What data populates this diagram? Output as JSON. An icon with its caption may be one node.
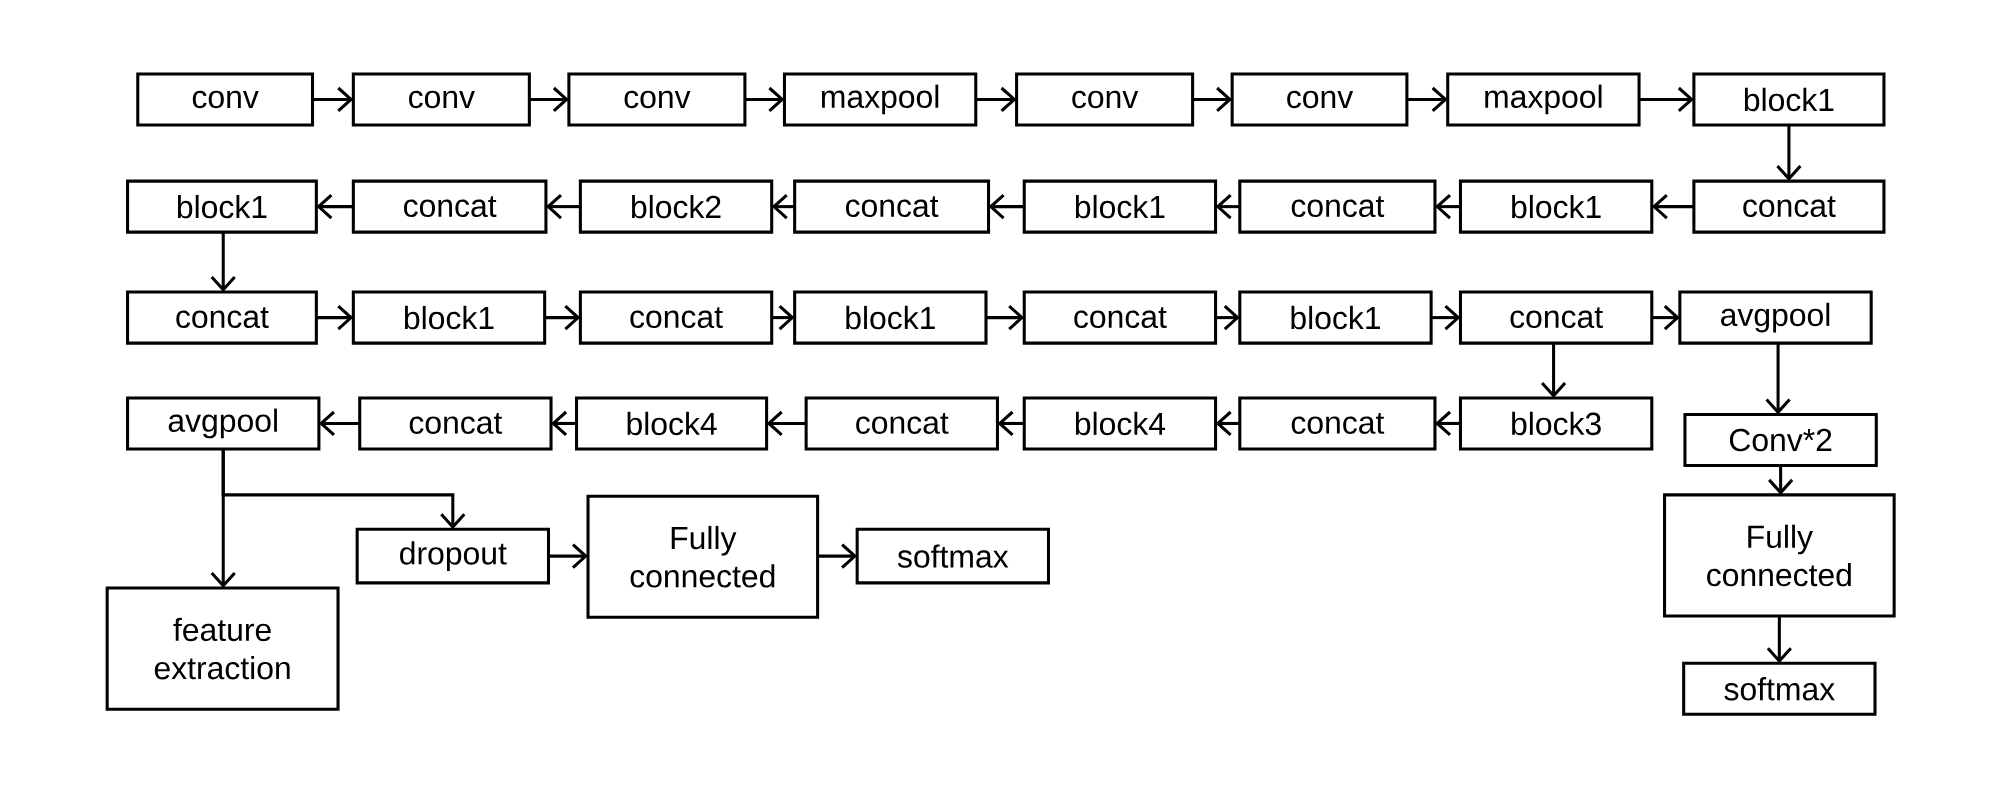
{
  "diagram": {
    "nodes": [
      {
        "text": [
          "conv"
        ]
      },
      {
        "text": [
          "conv"
        ]
      },
      {
        "text": [
          "conv"
        ]
      },
      {
        "text": [
          "maxpool"
        ]
      },
      {
        "text": [
          "conv"
        ]
      },
      {
        "text": [
          "conv"
        ]
      },
      {
        "text": [
          "maxpool"
        ]
      },
      {
        "text": [
          "block1"
        ]
      },
      {
        "text": [
          "concat"
        ]
      },
      {
        "text": [
          "block1"
        ]
      },
      {
        "text": [
          "concat"
        ]
      },
      {
        "text": [
          "block1"
        ]
      },
      {
        "text": [
          "concat"
        ]
      },
      {
        "text": [
          "block2"
        ]
      },
      {
        "text": [
          "concat"
        ]
      },
      {
        "text": [
          "block1"
        ]
      },
      {
        "text": [
          "concat"
        ]
      },
      {
        "text": [
          "block1"
        ]
      },
      {
        "text": [
          "concat"
        ]
      },
      {
        "text": [
          "block1"
        ]
      },
      {
        "text": [
          "concat"
        ]
      },
      {
        "text": [
          "block1"
        ]
      },
      {
        "text": [
          "concat"
        ]
      },
      {
        "text": [
          "avgpool"
        ]
      },
      {
        "text": [
          "block3"
        ]
      },
      {
        "text": [
          "concat"
        ]
      },
      {
        "text": [
          "block4"
        ]
      },
      {
        "text": [
          "concat"
        ]
      },
      {
        "text": [
          "block4"
        ]
      },
      {
        "text": [
          "concat"
        ]
      },
      {
        "text": [
          "avgpool"
        ]
      },
      {
        "text": [
          "Conv*2"
        ]
      },
      {
        "text": [
          "Fully connected"
        ]
      },
      {
        "text": [
          "softmax"
        ]
      },
      {
        "text": [
          "dropout"
        ]
      },
      {
        "text": [
          "Fully connected"
        ]
      },
      {
        "text": [
          "softmax"
        ]
      },
      {
        "text": [
          "feature extraction"
        ]
      }
    ],
    "edges": [
      {
        "from": 0,
        "to": 1,
        "arrow": "to"
      },
      {
        "from": 1,
        "to": 2,
        "arrow": "to"
      },
      {
        "from": 2,
        "to": 3,
        "arrow": "to"
      },
      {
        "from": 3,
        "to": 4,
        "arrow": "to"
      },
      {
        "from": 4,
        "to": 5,
        "arrow": "to"
      },
      {
        "from": 5,
        "to": 6,
        "arrow": "to"
      },
      {
        "from": 6,
        "to": 7,
        "arrow": "to"
      },
      {
        "from": 7,
        "to": 8,
        "arrow": "to"
      },
      {
        "from": 8,
        "to": 9,
        "arrow": "to"
      },
      {
        "from": 9,
        "to": 10,
        "arrow": "to"
      },
      {
        "from": 10,
        "to": 11,
        "arrow": "to"
      },
      {
        "from": 11,
        "to": 12,
        "arrow": "to"
      },
      {
        "from": 12,
        "to": 13,
        "arrow": "to"
      },
      {
        "from": 13,
        "to": 14,
        "arrow": "to"
      },
      {
        "from": 14,
        "to": 15,
        "arrow": "to"
      },
      {
        "from": 15,
        "to": 16,
        "arrow": "to"
      },
      {
        "from": 16,
        "to": 17,
        "arrow": "to"
      },
      {
        "from": 17,
        "to": 18,
        "arrow": "to"
      },
      {
        "from": 18,
        "to": 19,
        "arrow": "to"
      },
      {
        "from": 19,
        "to": 20,
        "arrow": "to"
      },
      {
        "from": 20,
        "to": 21,
        "arrow": "to"
      },
      {
        "from": 21,
        "to": 22,
        "arrow": "to"
      },
      {
        "from": 22,
        "to": 23,
        "arrow": "to"
      },
      {
        "from": 22,
        "to": 24,
        "arrow": "to"
      },
      {
        "from": 24,
        "to": 25,
        "arrow": "to"
      },
      {
        "from": 25,
        "to": 26,
        "arrow": "to"
      },
      {
        "from": 26,
        "to": 27,
        "arrow": "to"
      },
      {
        "from": 27,
        "to": 28,
        "arrow": "to"
      },
      {
        "from": 28,
        "to": 29,
        "arrow": "to"
      },
      {
        "from": 29,
        "to": 30,
        "arrow": "to"
      },
      {
        "from": 23,
        "to": 31,
        "arrow": "to"
      },
      {
        "from": 31,
        "to": 32,
        "arrow": "to"
      },
      {
        "from": 32,
        "to": 33,
        "arrow": "to"
      },
      {
        "from": 30,
        "to": 34,
        "arrow": "to"
      },
      {
        "from": 30,
        "to": 37,
        "arrow": "to"
      },
      {
        "from": 34,
        "to": 35,
        "arrow": "to"
      },
      {
        "from": 35,
        "to": 36,
        "arrow": "to"
      }
    ]
  }
}
